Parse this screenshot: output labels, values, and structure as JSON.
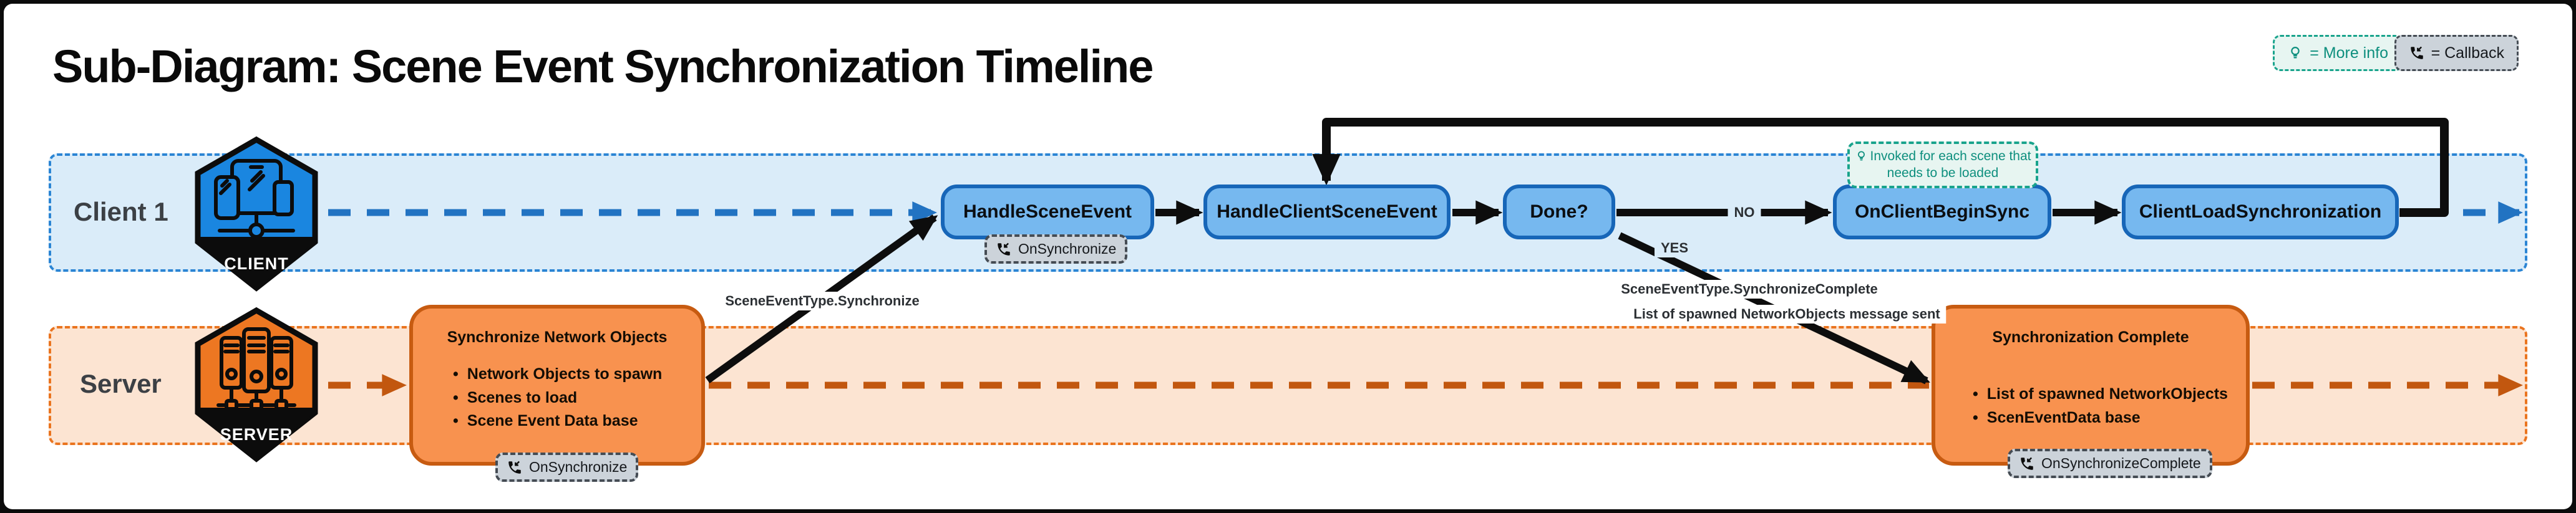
{
  "title": "Sub-Diagram: Scene Event Synchronization Timeline",
  "legend": {
    "more_info_label": "= More info",
    "callback_label": "= Callback"
  },
  "client_lane": {
    "label": "Client 1",
    "hex_label": "CLIENT",
    "nodes": {
      "handle_scene_event": "HandleSceneEvent",
      "handle_client_scene_event": "HandleClientSceneEvent",
      "done": "Done?",
      "on_client_begin_sync": "OnClientBeginSync",
      "client_load_synchronization": "ClientLoadSynchronization"
    },
    "callback_badge": "OnSynchronize",
    "tooltip": {
      "line1": "Invoked for each scene that",
      "line2": "needs to be loaded"
    }
  },
  "server_lane": {
    "label": "Server",
    "hex_label": "SERVER",
    "sync_objects_box": {
      "title": "Synchronize Network Objects",
      "bullets": [
        "Network Objects to spawn",
        "Scenes to load",
        "Scene Event Data base"
      ],
      "callback_badge": "OnSynchronize"
    },
    "sync_complete_box": {
      "title": "Synchronization Complete",
      "bullets": [
        "List of spawned NetworkObjects",
        "ScenEventData base"
      ],
      "callback_badge": "OnSynchronizeComplete"
    }
  },
  "edges": {
    "synchronize_label": "SceneEventType.Synchronize",
    "no_label": "NO",
    "yes_label": "YES",
    "sync_complete_label": "SceneEventType.SynchronizeComplete",
    "spawned_message_label": "List of spawned NetworkObjects message sent"
  },
  "colors": {
    "client_box": "#76b8ef",
    "client_border": "#1766b8",
    "client_lane_bg": "#daecf9",
    "client_lane_border": "#2b85d4",
    "client_flow": "#2273c2",
    "server_box": "#f8924f",
    "server_border": "#c75b11",
    "server_lane_bg": "#fce4d2",
    "server_lane_border": "#ea741f",
    "server_flow": "#c2570f",
    "hex_client": "#1a86e0",
    "hex_server": "#ed7722",
    "teal_border": "#18a38c",
    "teal_bg": "#e7f5f1",
    "teal_text": "#0e8f7e",
    "badge_bg": "#ccd3da",
    "badge_border": "#454c54"
  }
}
